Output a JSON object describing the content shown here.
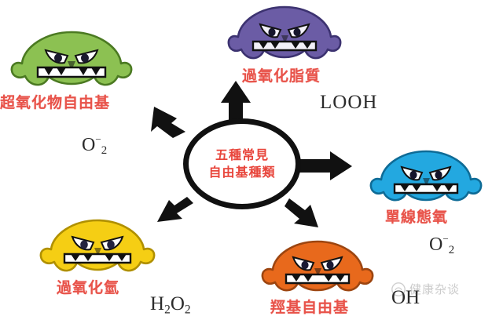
{
  "diagram": {
    "center": {
      "line1": "五種常見",
      "line2": "自由基種類"
    },
    "nodes": [
      {
        "id": "superoxide",
        "label": "超氧化物自由基",
        "formula_symbol": "O",
        "formula_charge": "−",
        "formula_sub": "2",
        "color": "#8CC152",
        "outline": "#5d8a2e"
      },
      {
        "id": "lipid-peroxide",
        "label": "過氧化脂質",
        "formula_symbol": "LOOH",
        "formula_charge": "",
        "formula_sub": "",
        "color": "#6B5CA5",
        "outline": "#463a77"
      },
      {
        "id": "singlet-oxygen",
        "label": "單線態氧",
        "formula_symbol": "O",
        "formula_charge": "−",
        "formula_sub": "2",
        "color": "#23A8E0",
        "outline": "#0f6f9c"
      },
      {
        "id": "hydrogen-peroxide",
        "label": "過氧化氫",
        "formula_symbol": "H",
        "formula_charge": "",
        "formula_sub": "2",
        "color": "#F5CE14",
        "outline": "#b89a00"
      },
      {
        "id": "hydroxyl-radical",
        "label": "羥基自由基",
        "formula_symbol": "OH",
        "formula_charge": "",
        "formula_sub": "",
        "color": "#E8691C",
        "outline": "#a84610"
      }
    ],
    "formulas": {
      "superoxide_text": "O2−",
      "lipid_peroxide_text": "LOOH",
      "singlet_oxygen_text": "O2−",
      "hydrogen_peroxide_text": "H2O2",
      "hydroxyl_text": "OH"
    },
    "watermark": {
      "text": "健康杂谈",
      "logo_icon": "circle-logo-icon"
    },
    "colors": {
      "label_red": "#e8534a",
      "arrow_black": "#111111",
      "background": "#ffffff"
    }
  }
}
